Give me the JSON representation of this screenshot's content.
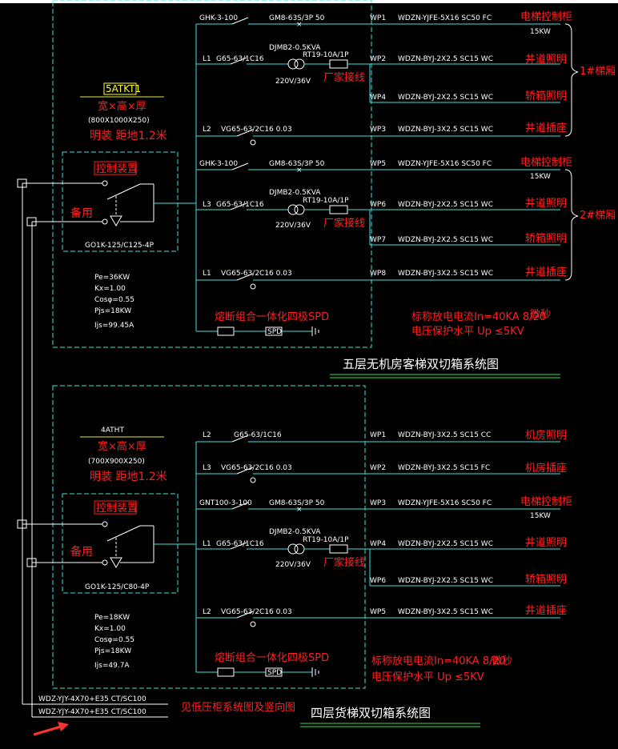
{
  "panel_top": {
    "code": "5ATKT1",
    "size": "宽×高×厚",
    "dims": "(800X1000X250)",
    "mount": "明装 距地1.2米",
    "ctrl": "控制装置",
    "spare": "备用",
    "ats": "GO1K-125/C125-4P",
    "params": [
      "Pe=36KW",
      "Kx=1.00",
      "Cosφ=0.55",
      "Pjs=18KW",
      "Ijs=99.45A"
    ],
    "title": "五层无机房客梯双切箱系统图",
    "spd_label": "熔断组合一体化四极SPD",
    "spd_box": "SPD",
    "rating1": "标称放电电流In=40KA 8/20",
    "rating1b": "微秒",
    "rating2": "电压保护水平 Up ≤5KV",
    "group1": "1#梯厢",
    "group2": "2#梯厢",
    "circuits": [
      {
        "phase": "GHK-3-100",
        "breaker": "GM8-63S/3P 50",
        "id": "WP1",
        "cable": "WDZN-YJFE-5X16 SC50 FC",
        "load": "电梯控制柜",
        "power": "15KW"
      },
      {
        "phase": "L1",
        "breaker": "G65-63/1C16",
        "transformer": "DJMB2-0.5KVA",
        "voltage": "220V/36V",
        "fuse": "RT19-10A/1P",
        "factory": "厂家接线",
        "id": "WP2",
        "cable": "WDZN-BYJ-2X2.5 SC15 WC",
        "load": "井道照明"
      },
      {
        "id": "WP4",
        "cable": "WDZN-BYJ-2X2.5 SC15 WC",
        "load": "轿箱照明"
      },
      {
        "phase": "L2",
        "breaker": "VG65-63/2C16 0.03",
        "id": "WP3",
        "cable": "WDZN-BYJ-3X2.5 SC15 WC",
        "load": "井道插座"
      },
      {
        "phase": "GHK-3-100",
        "breaker": "GM8-63S/3P 50",
        "id": "WP5",
        "cable": "WDZN-YJFE-5X16 SC50 FC",
        "load": "电梯控制柜",
        "power": "15KW"
      },
      {
        "phase": "L3",
        "breaker": "G65-63/1C16",
        "transformer": "DJMB2-0.5KVA",
        "voltage": "220V/36V",
        "fuse": "RT19-10A/1P",
        "factory": "厂家接线",
        "id": "WP6",
        "cable": "WDZN-BYJ-2X2.5 SC15 WC",
        "load": "井道照明"
      },
      {
        "id": "WP7",
        "cable": "WDZN-BYJ-2X2.5 SC15 WC",
        "load": "轿箱照明"
      },
      {
        "phase": "L1",
        "breaker": "VG65-63/2C16 0.03",
        "id": "WP8",
        "cable": "WDZN-BYJ-3X2.5 SC15 WC",
        "load": "井道插座"
      }
    ]
  },
  "panel_bottom": {
    "code": "4ATHT",
    "size": "宽×高×厚",
    "dims": "(700X900X250)",
    "mount": "明装 距地1.2米",
    "ctrl": "控制装置",
    "spare": "备用",
    "ats": "GO1K-125/C80-4P",
    "params": [
      "Pe=18KW",
      "Kx=1.00",
      "Cosφ=0.55",
      "Pjs=18KW",
      "Ijs=49.7A"
    ],
    "title": "四层货梯双切箱系统图",
    "spd_label": "熔断组合一体化四极SPD",
    "spd_box": "SPD",
    "rating1": "标称放电电流In=40KA 8/20",
    "rating1b": "微秒",
    "rating2": "电压保护水平 Up ≤5KV",
    "circuits": [
      {
        "phase": "L2",
        "breaker": "G65-63/1C16",
        "id": "WP1",
        "cable": "WDZN-BYJ-3X2.5 SC15 CC",
        "load": "机房照明"
      },
      {
        "phase": "L3",
        "breaker": "VG65-63/2C16 0.03",
        "id": "WP2",
        "cable": "WDZN-BYJ-3X2.5 SC15 FC",
        "load": "机房插座"
      },
      {
        "phase": "GNT100-3-100",
        "breaker": "GM8-63S/3P 50",
        "id": "WP3",
        "cable": "WDZN-YJFE-5X16 SC50 FC",
        "load": "电梯控制柜",
        "power": "15KW"
      },
      {
        "phase": "L1",
        "breaker": "G65-63/1C16",
        "transformer": "DJMB2-0.5KVA",
        "voltage": "220V/36V",
        "fuse": "RT19-10A/1P",
        "factory": "厂家接线",
        "id": "WP4",
        "cable": "WDZN-BYJ-2X2.5 SC15 WC",
        "load": "井道照明"
      },
      {
        "id": "WP6",
        "cable": "WDZN-BYJ-2X2.5 SC15 WC",
        "load": "轿箱照明"
      },
      {
        "phase": "L2",
        "breaker": "VG65-63/2C16 0.03",
        "id": "WP5",
        "cable": "WDZN-BYJ-3X2.5 SC15 WC",
        "load": "井道插座"
      }
    ]
  },
  "feeders": {
    "line1": "WDZ-YJY-4X70+E35 CT/SC100",
    "line2": "WDZ-YJY-4X70+E35 CT/SC100",
    "note": "见低压柜系统图及竖向图"
  },
  "colors": {
    "background": "#000000",
    "wire": "#3fe0e0",
    "text": "#ffffff",
    "label": "#ff2020",
    "highlight": "#ffff30",
    "title_underline": "#30e050"
  }
}
